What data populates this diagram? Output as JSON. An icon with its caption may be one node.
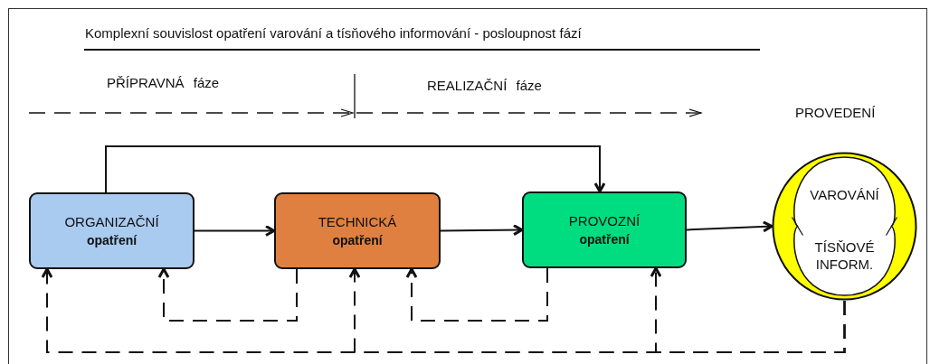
{
  "diagram": {
    "title": "Komplexní souvislost opatření varování a tísňového informování - posloupnost fází",
    "nodes": [
      {
        "text": [
          "ORGANIZAČNÍ",
          "opatření"
        ]
      },
      {
        "text": [
          "TECHNICKÁ",
          "opatření"
        ]
      },
      {
        "text": [
          "PROVOZNÍ",
          "opatření"
        ]
      },
      {
        "text": [
          "VAROVÁNÍ",
          "TÍSŇOVÉ INFORM."
        ],
        "beside": [
          "PROVEDENÍ"
        ]
      }
    ],
    "edges": [
      {
        "from": 0,
        "to": 1,
        "arrow": "to"
      },
      {
        "from": 1,
        "to": 2,
        "arrow": "to"
      },
      {
        "from": 2,
        "to": 3,
        "arrow": "to"
      },
      {
        "from": 0,
        "to": 2,
        "arrow": "to"
      },
      {
        "from": 1,
        "to": 0,
        "arrow": "to",
        "style": "dashed"
      },
      {
        "from": 2,
        "to": 1,
        "arrow": "to",
        "style": "dashed"
      },
      {
        "from": 3,
        "to": 0,
        "arrow": "to",
        "style": "dashed"
      },
      {
        "from": 3,
        "to": 1,
        "arrow": "to",
        "style": "dashed"
      },
      {
        "from": 3,
        "to": 2,
        "arrow": "to",
        "style": "dashed"
      }
    ],
    "labels": [
      "PŘÍPRAVNÁ fáze",
      "REALIZAČNÍ fáze"
    ]
  }
}
